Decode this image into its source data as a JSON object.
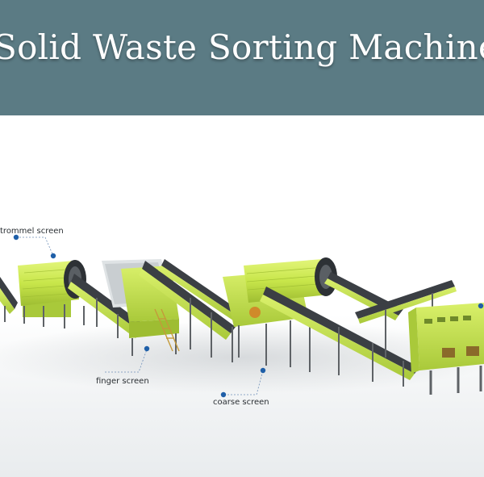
{
  "banner": {
    "title": "Solid Waste Sorting Machinery",
    "background": "#5b7b84",
    "text_color": "#ffffff"
  },
  "illustration": {
    "machine_color": "#c8e64a",
    "frame_color": "#5e6266",
    "belt_color": "#3b3f44",
    "callout_dot_color": "#1f5fa8",
    "callouts": {
      "trommel": "trommel screen",
      "finger": "finger screen",
      "coarse": "coarse screen"
    }
  }
}
